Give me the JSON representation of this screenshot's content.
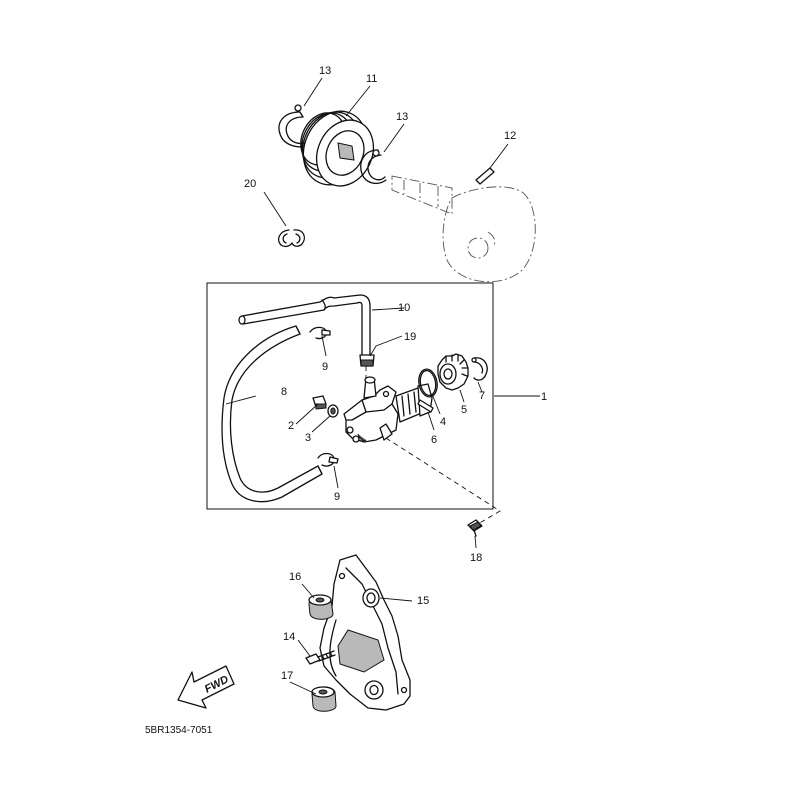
{
  "diagram_code": "5BR1354-7051",
  "fwd_label": "FWD",
  "callouts": [
    {
      "id": "c13a",
      "text": "13"
    },
    {
      "id": "c11",
      "text": "11"
    },
    {
      "id": "c13b",
      "text": "13"
    },
    {
      "id": "c12",
      "text": "12"
    },
    {
      "id": "c20",
      "text": "20"
    },
    {
      "id": "c10",
      "text": "10"
    },
    {
      "id": "c19",
      "text": "19"
    },
    {
      "id": "c9a",
      "text": "9"
    },
    {
      "id": "c8",
      "text": "8"
    },
    {
      "id": "c7",
      "text": "7"
    },
    {
      "id": "c1",
      "text": "1"
    },
    {
      "id": "c5",
      "text": "5"
    },
    {
      "id": "c4",
      "text": "4"
    },
    {
      "id": "c2",
      "text": "2"
    },
    {
      "id": "c3",
      "text": "3"
    },
    {
      "id": "c6",
      "text": "6"
    },
    {
      "id": "c9b",
      "text": "9"
    },
    {
      "id": "c18",
      "text": "18"
    },
    {
      "id": "c16",
      "text": "16"
    },
    {
      "id": "c15",
      "text": "15"
    },
    {
      "id": "c14",
      "text": "14"
    },
    {
      "id": "c17",
      "text": "17"
    }
  ]
}
